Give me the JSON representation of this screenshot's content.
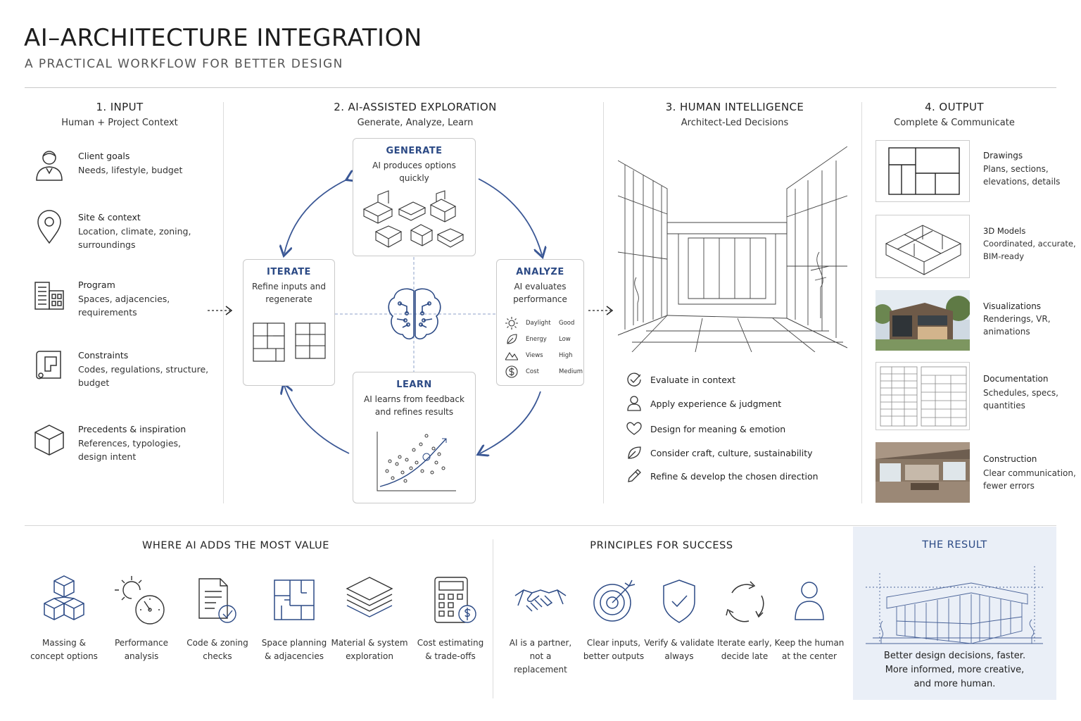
{
  "header": {
    "title": "AI–ARCHITECTURE INTEGRATION",
    "subtitle": "A PRACTICAL WORKFLOW FOR BETTER DESIGN"
  },
  "columns": [
    {
      "heading": "1. INPUT",
      "subheading": "Human + Project Context"
    },
    {
      "heading": "2. AI-ASSISTED EXPLORATION",
      "subheading": "Generate, Analyze, Learn"
    },
    {
      "heading": "3. HUMAN INTELLIGENCE",
      "subheading": "Architect-Led Decisions"
    },
    {
      "heading": "4. OUTPUT",
      "subheading": "Complete & Communicate"
    }
  ],
  "inputs": [
    {
      "title": "Client goals",
      "desc": "Needs, lifestyle, budget",
      "icon": "person-icon"
    },
    {
      "title": "Site & context",
      "desc": "Location, climate, zoning, surroundings",
      "icon": "location-pin-icon"
    },
    {
      "title": "Program",
      "desc": "Spaces, adjacencies, requirements",
      "icon": "building-icon"
    },
    {
      "title": "Constraints",
      "desc": "Codes, regulations, structure, budget",
      "icon": "blueprint-scroll-icon"
    },
    {
      "title": "Precedents & inspiration",
      "desc": "References, typologies, design intent",
      "icon": "cube-icon"
    }
  ],
  "exploration": {
    "generate": {
      "title": "GENERATE",
      "desc": "AI produces options quickly"
    },
    "analyze": {
      "title": "ANALYZE",
      "desc": "AI evaluates performance"
    },
    "iterate": {
      "title": "ITERATE",
      "desc": "Refine inputs and regenerate"
    },
    "learn": {
      "title": "LEARN",
      "desc": "AI learns from feedback and refines results"
    },
    "metrics": [
      {
        "label": "Daylight",
        "value": "Good",
        "icon": "sun-icon"
      },
      {
        "label": "Energy",
        "value": "Low",
        "icon": "leaf-icon"
      },
      {
        "label": "Views",
        "value": "High",
        "icon": "mountain-icon"
      },
      {
        "label": "Cost",
        "value": "Medium",
        "icon": "dollar-icon"
      }
    ]
  },
  "human": [
    {
      "text": "Evaluate in context",
      "icon": "check-circle-icon"
    },
    {
      "text": "Apply experience & judgment",
      "icon": "person-icon"
    },
    {
      "text": "Design for meaning & emotion",
      "icon": "heart-icon"
    },
    {
      "text": "Consider craft, culture, sustainability",
      "icon": "leaf-icon"
    },
    {
      "text": "Refine & develop the chosen direction",
      "icon": "pencil-icon"
    }
  ],
  "outputs": [
    {
      "title": "Drawings",
      "desc": "Plans, sections, elevations, details"
    },
    {
      "title": "3D Models",
      "desc": "Coordinated, accurate, BIM-ready"
    },
    {
      "title": "Visualizations",
      "desc": "Renderings, VR, animations"
    },
    {
      "title": "Documentation",
      "desc": "Schedules, specs, quantities"
    },
    {
      "title": "Construction",
      "desc": "Clear communication, fewer errors"
    }
  ],
  "value": {
    "heading": "WHERE AI ADDS THE MOST VALUE",
    "items": [
      {
        "line1": "Massing &",
        "line2": "concept options",
        "icon": "stacked-cubes-icon"
      },
      {
        "line1": "Performance",
        "line2": "analysis",
        "icon": "sun-gauge-icon"
      },
      {
        "line1": "Code & zoning",
        "line2": "checks",
        "icon": "document-check-icon"
      },
      {
        "line1": "Space planning",
        "line2": "& adjacencies",
        "icon": "floor-plan-icon"
      },
      {
        "line1": "Material & system",
        "line2": "exploration",
        "icon": "layers-icon"
      },
      {
        "line1": "Cost estimating",
        "line2": "& trade-offs",
        "icon": "calculator-icon"
      }
    ]
  },
  "principles": {
    "heading": "PRINCIPLES FOR SUCCESS",
    "items": [
      {
        "line1": "AI is a partner,",
        "line2": "not a replacement",
        "icon": "handshake-icon"
      },
      {
        "line1": "Clear inputs,",
        "line2": "better outputs",
        "icon": "target-icon"
      },
      {
        "line1": "Verify & validate",
        "line2": "always",
        "icon": "shield-check-icon"
      },
      {
        "line1": "Iterate early,",
        "line2": "decide late",
        "icon": "cycle-arrows-icon"
      },
      {
        "line1": "Keep the human",
        "line2": "at the center",
        "icon": "person-icon"
      }
    ]
  },
  "result": {
    "heading": "THE RESULT",
    "line1": "Better design decisions, faster.",
    "line2": "More informed, more creative,",
    "line3": "and more human."
  },
  "colors": {
    "accent": "#2c4a85",
    "line": "#3a5795",
    "result_bg": "#eaeff7"
  }
}
